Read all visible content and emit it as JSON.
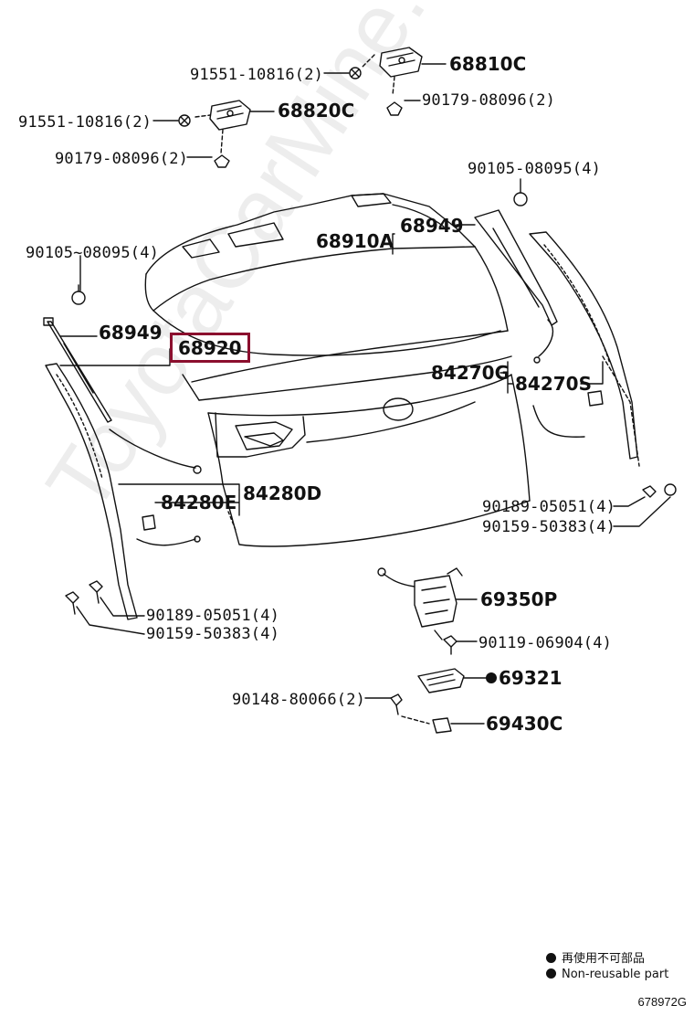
{
  "labels": {
    "l91551_a": "91551-10816(2)",
    "l68810c": "68810C",
    "l90179_a": "90179-08096(2)",
    "l91551_b": "91551-10816(2)",
    "l68820c": "68820C",
    "l90179_b": "90179-08096(2)",
    "l90105_r": "90105-08095(4)",
    "l68949_r": "68949",
    "l68910a": "68910A",
    "l90105_l": "90105~08095(4)",
    "l68949_l": "68949",
    "l68920": "68920",
    "l84270g": "84270G",
    "l84270s": "84270S",
    "l84280e": "84280E",
    "l84280d": "84280D",
    "l90189_r": "90189-05051(4)",
    "l90159_r": "90159-50383(4)",
    "l69350p": "69350P",
    "l90189_l": "90189-05051(4)",
    "l90159_l": "90159-50383(4)",
    "l90119": "90119-06904(4)",
    "l69321": "69321",
    "l90148": "90148-80066(2)",
    "l69430c": "69430C"
  },
  "legend": {
    "jp": "再使用不可部品",
    "en": "Non-reusable part"
  },
  "ref_code": "678972G",
  "watermark": "ToyotaCarMine.ru",
  "colors": {
    "highlight": "#8b0f2e",
    "ink": "#111111"
  }
}
